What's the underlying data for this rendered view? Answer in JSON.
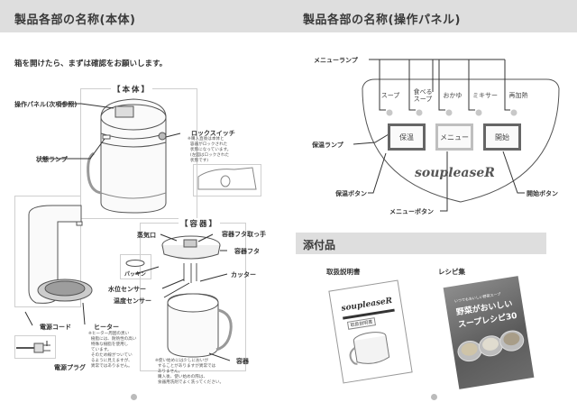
{
  "left_page": {
    "header": "製品各部の名称(本体)",
    "intro": "箱を開けたら、まずは確認をお願いします。",
    "main_unit": {
      "section_label": "【本体】",
      "labels": {
        "control_panel": "操作パネル(次項参照)",
        "status_lamp": "状態ランプ",
        "lock_switch": "ロックスイッチ",
        "power_cord": "電源コード",
        "heater": "ヒーター",
        "power_plug": "電源プラグ"
      },
      "lock_note": "※購入直後は本体と\n  容器がロックされた\n  状態になっています。\n  (左図はロックされた\n  状態です)",
      "heater_note": "※ヒーター周囲の黒い\n  樹脂には、耐熱性の高い\n  特殊な樹脂を使用し\n  ています。\n  そのため線がついてい\n  るように見えますが、\n  異常ではありません。"
    },
    "container": {
      "section_label": "【容器】",
      "labels": {
        "steam_vent": "蒸気口",
        "lid_handle": "容器フタ取っ手",
        "lid": "容器フタ",
        "packing": "パッキン",
        "cutter": "カッター",
        "water_sensor": "水位センサー",
        "temp_sensor": "温度センサー",
        "container": "容器"
      },
      "container_note": "※使い始めには少しにおいが\n  することがありますが異常では\n  ありません。\n  購入後、使い始めの際は、\n  食器用洗剤でよく洗ってください。"
    },
    "page_marker": "●"
  },
  "right_page": {
    "header": "製品各部の名称(操作パネル)",
    "panel": {
      "menu_lamp_label": "メニューランプ",
      "menus": [
        "スープ",
        "食べる\nスープ",
        "おかゆ",
        "ミキサー",
        "再加熱"
      ],
      "buttons": {
        "keep_warm": "保温",
        "menu": "メニュー",
        "start": "開始"
      },
      "brand": "soupleaseR",
      "labels": {
        "keep_warm_lamp": "保温ランプ",
        "keep_warm_button": "保温ボタン",
        "menu_button": "メニューボタン",
        "start_button": "開始ボタン"
      }
    },
    "accessories": {
      "header": "添付品",
      "items": [
        {
          "title": "取扱説明書",
          "cover_brand": "soupleaseR",
          "cover_subtitle": "取扱説明書"
        },
        {
          "title": "レシピ集",
          "cover_small": "いつでもおいしい野菜スープ",
          "cover_line1": "野菜がおいしい",
          "cover_line2": "スープレシピ30"
        }
      ]
    },
    "page_marker": "●"
  },
  "colors": {
    "header_bg": "#dedede",
    "text": "#333333",
    "line": "#3a3a3a",
    "lamp_off": "#c8c8c8",
    "lamp_on": "#777777"
  }
}
